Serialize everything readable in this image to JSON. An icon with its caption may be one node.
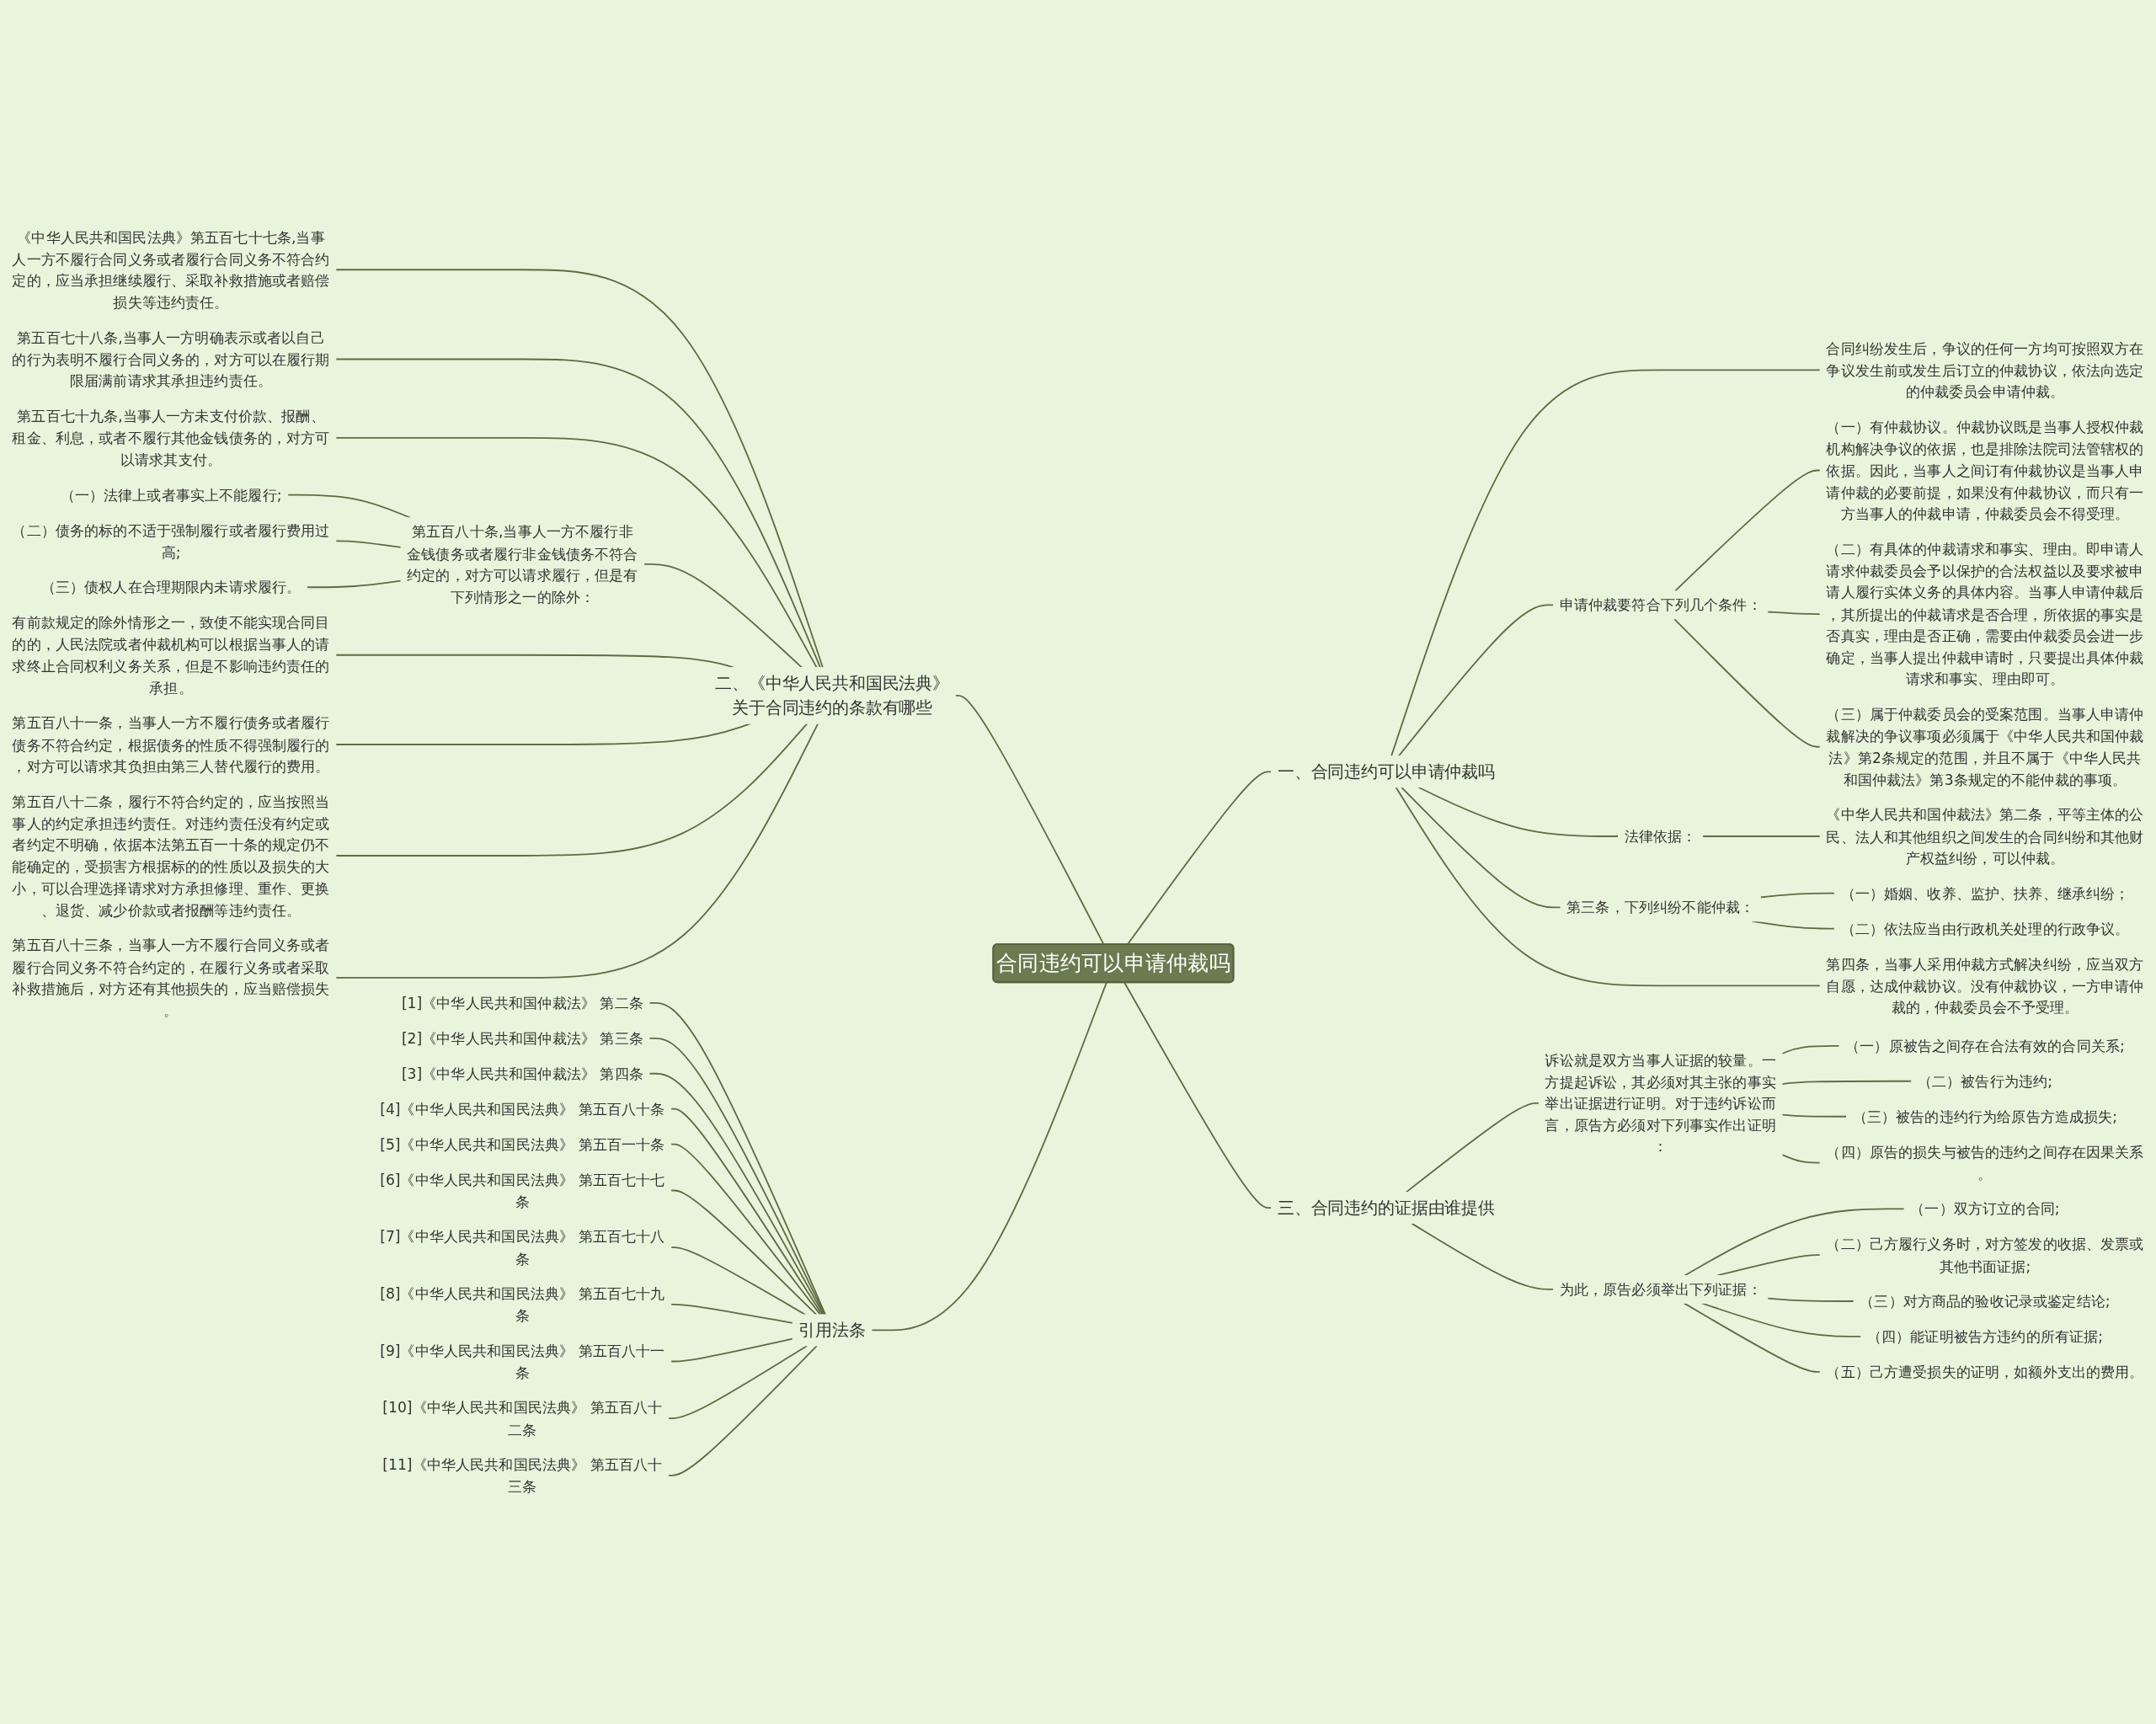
{
  "diagram": {
    "nodes": [
      {
        "text": [
          "合同违约可以申请仲裁吗"
        ]
      },
      {
        "text": [
          "一、合同违约可以申请仲裁吗"
        ]
      },
      {
        "text": [
          "合同纠纷发生后，争议的任何一方均可按照双方在争议发生前或发生后订立的仲裁协议，依法向选定的仲裁委员会申请仲裁。"
        ]
      },
      {
        "text": [
          "申请仲裁要符合下列几个条件："
        ]
      },
      {
        "text": [
          "（一）有仲裁协议。仲裁协议既是当事人授权仲裁机构解决争议的依据，也是排除法院司法管辖权的依据。因此，当事人之间订有仲裁协议是当事人申请仲裁的必要前提，如果没有仲裁协议，而只有一方当事人的仲裁申请，仲裁委员会不得受理。"
        ]
      },
      {
        "text": [
          "（二）有具体的仲裁请求和事实、理由。即申请人请求仲裁委员会予以保护的合法权益以及要求被申请人履行实体义务的具体内容。当事人申请仲裁后，其所提出的仲裁请求是否合理，所依据的事实是否真实，理由是否正确，需要由仲裁委员会进一步确定，当事人提出仲裁申请时，只要提出具体仲裁请求和事实、理由即可。"
        ]
      },
      {
        "text": [
          "（三）属于仲裁委员会的受案范围。当事人申请仲裁解决的争议事项必须属于《中华人民共和国仲裁法》第2条规定的范围，并且不属于《中华人民共和国仲裁法》第3条规定的不能仲裁的事项。"
        ]
      },
      {
        "text": [
          "法律依据："
        ]
      },
      {
        "text": [
          "《中华人民共和国仲裁法》第二条，平等主体的公民、法人和其他组织之间发生的合同纠纷和其他财产权益纠纷，可以仲裁。"
        ]
      },
      {
        "text": [
          "第三条，下列纠纷不能仲裁："
        ]
      },
      {
        "text": [
          "（一）婚姻、收养、监护、扶养、继承纠纷；"
        ]
      },
      {
        "text": [
          "（二）依法应当由行政机关处理的行政争议。"
        ]
      },
      {
        "text": [
          "第四条，当事人采用仲裁方式解决纠纷，应当双方自愿，达成仲裁协议。没有仲裁协议，一方申请仲裁的，仲裁委员会不予受理。"
        ]
      },
      {
        "text": [
          "三、合同违约的证据由谁提供"
        ]
      },
      {
        "text": [
          "诉讼就是双方当事人证据的较量。一方提起诉讼，其必须对其主张的事实举出证据进行证明。对于违约诉讼而言，原告方必须对下列事实作出证明："
        ]
      },
      {
        "text": [
          "（一）原被告之间存在合法有效的合同关系;"
        ]
      },
      {
        "text": [
          "（二）被告行为违约;"
        ]
      },
      {
        "text": [
          "（三）被告的违约行为给原告方造成损失;"
        ]
      },
      {
        "text": [
          "（四）原告的损失与被告的违约之间存在因果关系。"
        ]
      },
      {
        "text": [
          "为此，原告必须举出下列证据："
        ]
      },
      {
        "text": [
          "（一）双方订立的合同;"
        ]
      },
      {
        "text": [
          "（二）己方履行义务时，对方签发的收据、发票或其他书面证据;"
        ]
      },
      {
        "text": [
          "（三）对方商品的验收记录或鉴定结论;"
        ]
      },
      {
        "text": [
          "（四）能证明被告方违约的所有证据;"
        ]
      },
      {
        "text": [
          "（五）己方遭受损失的证明，如额外支出的费用。"
        ]
      },
      {
        "text": [
          "二、《中华人民共和国民法典》关于合同违约的条款有哪些"
        ]
      },
      {
        "text": [
          "《中华人民共和国民法典》第五百七十七条,当事人一方不履行合同义务或者履行合同义务不符合约定的，应当承担继续履行、采取补救措施或者赔偿损失等违约责任。"
        ]
      },
      {
        "text": [
          "第五百七十八条,当事人一方明确表示或者以自己的行为表明不履行合同义务的，对方可以在履行期限届满前请求其承担违约责任。"
        ]
      },
      {
        "text": [
          "第五百七十九条,当事人一方未支付价款、报酬、租金、利息，或者不履行其他金钱债务的，对方可以请求其支付。"
        ]
      },
      {
        "text": [
          "第五百八十条,当事人一方不履行非金钱债务或者履行非金钱债务不符合约定的，对方可以请求履行，但是有下列情形之一的除外："
        ]
      },
      {
        "text": [
          "（一）法律上或者事实上不能履行;"
        ]
      },
      {
        "text": [
          "（二）债务的标的不适于强制履行或者履行费用过高;"
        ]
      },
      {
        "text": [
          "（三）债权人在合理期限内未请求履行。"
        ]
      },
      {
        "text": [
          "有前款规定的除外情形之一，致使不能实现合同目的的，人民法院或者仲裁机构可以根据当事人的请求终止合同权利义务关系，但是不影响违约责任的承担。"
        ]
      },
      {
        "text": [
          "第五百八十一条，当事人一方不履行债务或者履行债务不符合约定，根据债务的性质不得强制履行的，对方可以请求其负担由第三人替代履行的费用。"
        ]
      },
      {
        "text": [
          "第五百八十二条，履行不符合约定的，应当按照当事人的约定承担违约责任。对违约责任没有约定或者约定不明确，依据本法第五百一十条的规定仍不能确定的，受损害方根据标的的性质以及损失的大小，可以合理选择请求对方承担修理、重作、更换、退货、减少价款或者报酬等违约责任。"
        ]
      },
      {
        "text": [
          "第五百八十三条，当事人一方不履行合同义务或者履行合同义务不符合约定的，在履行义务或者采取补救措施后，对方还有其他损失的，应当赔偿损失。"
        ]
      },
      {
        "text": [
          "引用法条"
        ]
      },
      {
        "text": [
          "[1]《中华人民共和国仲裁法》 第二条"
        ]
      },
      {
        "text": [
          "[2]《中华人民共和国仲裁法》 第三条"
        ]
      },
      {
        "text": [
          "[3]《中华人民共和国仲裁法》 第四条"
        ]
      },
      {
        "text": [
          "[4]《中华人民共和国民法典》 第五百八十条"
        ]
      },
      {
        "text": [
          "[5]《中华人民共和国民法典》 第五百一十条"
        ]
      },
      {
        "text": [
          "[6]《中华人民共和国民法典》 第五百七十七条"
        ]
      },
      {
        "text": [
          "[7]《中华人民共和国民法典》 第五百七十八条"
        ]
      },
      {
        "text": [
          "[8]《中华人民共和国民法典》 第五百七十九条"
        ]
      },
      {
        "text": [
          "[9]《中华人民共和国民法典》 第五百八十一条"
        ]
      },
      {
        "text": [
          "[10]《中华人民共和国民法典》 第五百八十二条"
        ]
      },
      {
        "text": [
          "[11]《中华人民共和国民法典》 第五百八十三条"
        ]
      }
    ],
    "edges": [
      {
        "from": 0,
        "to": 1,
        "arrow": "none"
      },
      {
        "from": 1,
        "to": 2,
        "arrow": "none"
      },
      {
        "from": 1,
        "to": 3,
        "arrow": "none"
      },
      {
        "from": 3,
        "to": 4,
        "arrow": "none"
      },
      {
        "from": 3,
        "to": 5,
        "arrow": "none"
      },
      {
        "from": 3,
        "to": 6,
        "arrow": "none"
      },
      {
        "from": 1,
        "to": 7,
        "arrow": "none"
      },
      {
        "from": 7,
        "to": 8,
        "arrow": "none"
      },
      {
        "from": 1,
        "to": 9,
        "arrow": "none"
      },
      {
        "from": 9,
        "to": 10,
        "arrow": "none"
      },
      {
        "from": 9,
        "to": 11,
        "arrow": "none"
      },
      {
        "from": 1,
        "to": 12,
        "arrow": "none"
      },
      {
        "from": 0,
        "to": 13,
        "arrow": "none"
      },
      {
        "from": 13,
        "to": 14,
        "arrow": "none"
      },
      {
        "from": 14,
        "to": 15,
        "arrow": "none"
      },
      {
        "from": 14,
        "to": 16,
        "arrow": "none"
      },
      {
        "from": 14,
        "to": 17,
        "arrow": "none"
      },
      {
        "from": 14,
        "to": 18,
        "arrow": "none"
      },
      {
        "from": 13,
        "to": 19,
        "arrow": "none"
      },
      {
        "from": 19,
        "to": 20,
        "arrow": "none"
      },
      {
        "from": 19,
        "to": 21,
        "arrow": "none"
      },
      {
        "from": 19,
        "to": 22,
        "arrow": "none"
      },
      {
        "from": 19,
        "to": 23,
        "arrow": "none"
      },
      {
        "from": 19,
        "to": 24,
        "arrow": "none"
      },
      {
        "from": 0,
        "to": 25,
        "arrow": "none"
      },
      {
        "from": 25,
        "to": 26,
        "arrow": "none"
      },
      {
        "from": 25,
        "to": 27,
        "arrow": "none"
      },
      {
        "from": 25,
        "to": 28,
        "arrow": "none"
      },
      {
        "from": 25,
        "to": 29,
        "arrow": "none"
      },
      {
        "from": 29,
        "to": 30,
        "arrow": "none"
      },
      {
        "from": 29,
        "to": 31,
        "arrow": "none"
      },
      {
        "from": 29,
        "to": 32,
        "arrow": "none"
      },
      {
        "from": 25,
        "to": 33,
        "arrow": "none"
      },
      {
        "from": 25,
        "to": 34,
        "arrow": "none"
      },
      {
        "from": 25,
        "to": 35,
        "arrow": "none"
      },
      {
        "from": 25,
        "to": 36,
        "arrow": "none"
      },
      {
        "from": 0,
        "to": 37,
        "arrow": "none"
      },
      {
        "from": 37,
        "to": 38,
        "arrow": "none"
      },
      {
        "from": 37,
        "to": 39,
        "arrow": "none"
      },
      {
        "from": 37,
        "to": 40,
        "arrow": "none"
      },
      {
        "from": 37,
        "to": 41,
        "arrow": "none"
      },
      {
        "from": 37,
        "to": 42,
        "arrow": "none"
      },
      {
        "from": 37,
        "to": 43,
        "arrow": "none"
      },
      {
        "from": 37,
        "to": 44,
        "arrow": "none"
      },
      {
        "from": 37,
        "to": 45,
        "arrow": "none"
      },
      {
        "from": 37,
        "to": 46,
        "arrow": "none"
      },
      {
        "from": 37,
        "to": 47,
        "arrow": "none"
      },
      {
        "from": 37,
        "to": 48,
        "arrow": "none"
      }
    ]
  }
}
